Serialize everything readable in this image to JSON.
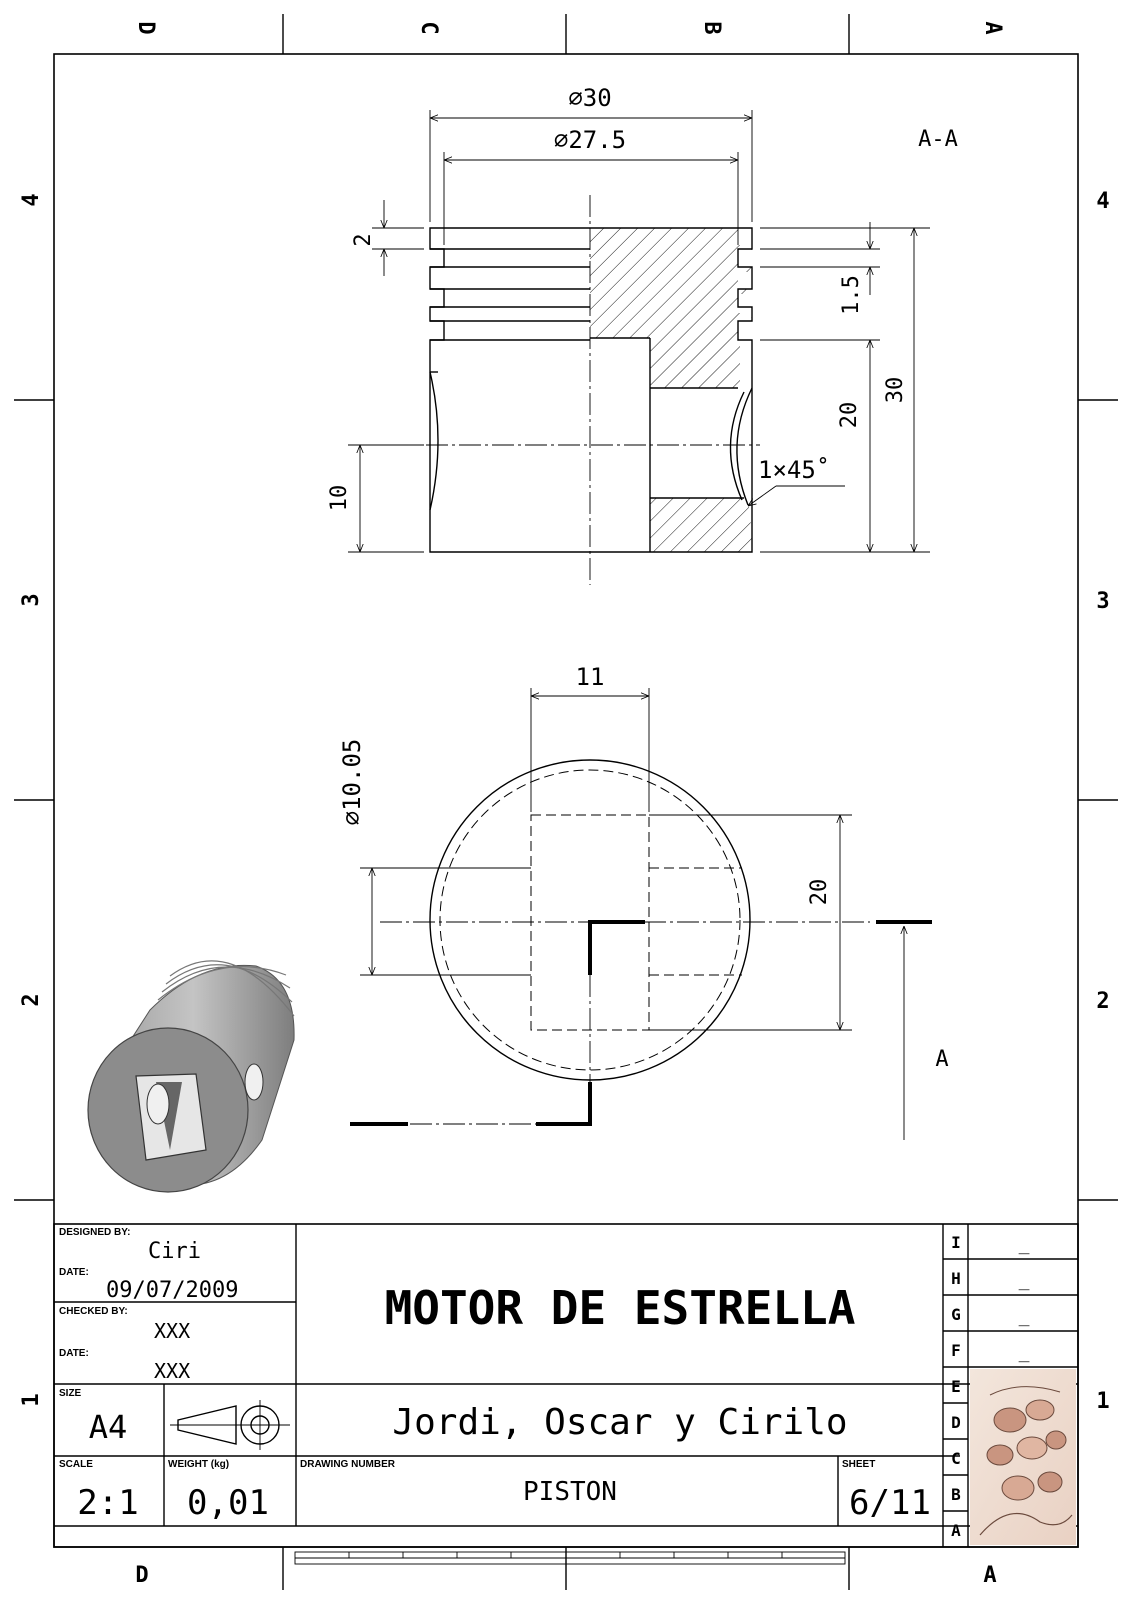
{
  "zones": {
    "columns": [
      "D",
      "C",
      "B",
      "A"
    ],
    "rows": [
      "4",
      "3",
      "2",
      "1"
    ]
  },
  "section": {
    "label": "A-A"
  },
  "view": {
    "label": "A"
  },
  "dimensions": {
    "dia_outer": "∅30",
    "dia_inner": "∅27.5",
    "groove_width": "2",
    "land_width": "1.5",
    "skirt_height": "20",
    "total_height": "30",
    "pin_height": "10",
    "chamfer": "1×45˚",
    "pin_slot_width": "11",
    "pin_dia": "∅10.05",
    "boss_height": "20"
  },
  "title_block": {
    "designed_by_label": "DESIGNED BY:",
    "designed_by": "Ciri",
    "date1_label": "DATE:",
    "date1": "09/07/2009",
    "checked_by_label": "CHECKED BY:",
    "checked_by": "XXX",
    "date2_label": "DATE:",
    "date2": "XXX",
    "size_label": "SIZE",
    "size": "A4",
    "scale_label": "SCALE",
    "scale": "2:1",
    "weight_label": "WEIGHT (kg)",
    "weight": "0,01",
    "title": "MOTOR DE ESTRELLA",
    "authors": "Jordi, Oscar y Cirilo",
    "drawing_number_label": "DRAWING NUMBER",
    "drawing_number": "PISTON",
    "sheet_label": "SHEET",
    "sheet": "6/11",
    "revisions": [
      {
        "letter": "I",
        "value": "_"
      },
      {
        "letter": "H",
        "value": "_"
      },
      {
        "letter": "G",
        "value": "_"
      },
      {
        "letter": "F",
        "value": "_"
      },
      {
        "letter": "E",
        "value": "_"
      },
      {
        "letter": "D",
        "value": ""
      },
      {
        "letter": "C",
        "value": ""
      },
      {
        "letter": "B",
        "value": ""
      },
      {
        "letter": "A",
        "value": ""
      }
    ]
  }
}
